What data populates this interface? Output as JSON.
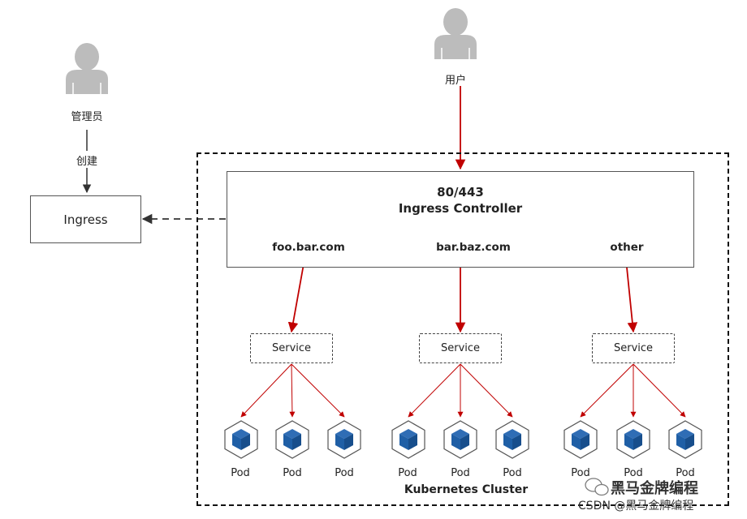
{
  "actors": {
    "admin": {
      "label": "管理员",
      "icon": "person-icon"
    },
    "user": {
      "label": "用户",
      "icon": "person-icon"
    }
  },
  "admin_action": "创建",
  "ingress_box": "Ingress",
  "controller": {
    "port": "80/443",
    "name": "Ingress Controller",
    "hosts": [
      "foo.bar.com",
      "bar.baz.com",
      "other"
    ]
  },
  "service_label": "Service",
  "pod_label": "Pod",
  "pod_icon": "cube-icon",
  "cluster_label": "Kubernetes Cluster",
  "watermark": {
    "brand": "黑马金牌编程",
    "credit": "CSDN @黑马金牌编程"
  },
  "colors": {
    "arrow_red": "#c00000",
    "arrow_dark": "#333333",
    "person_gray": "#bcbcbc",
    "cube_blue": "#1f5fa6"
  }
}
